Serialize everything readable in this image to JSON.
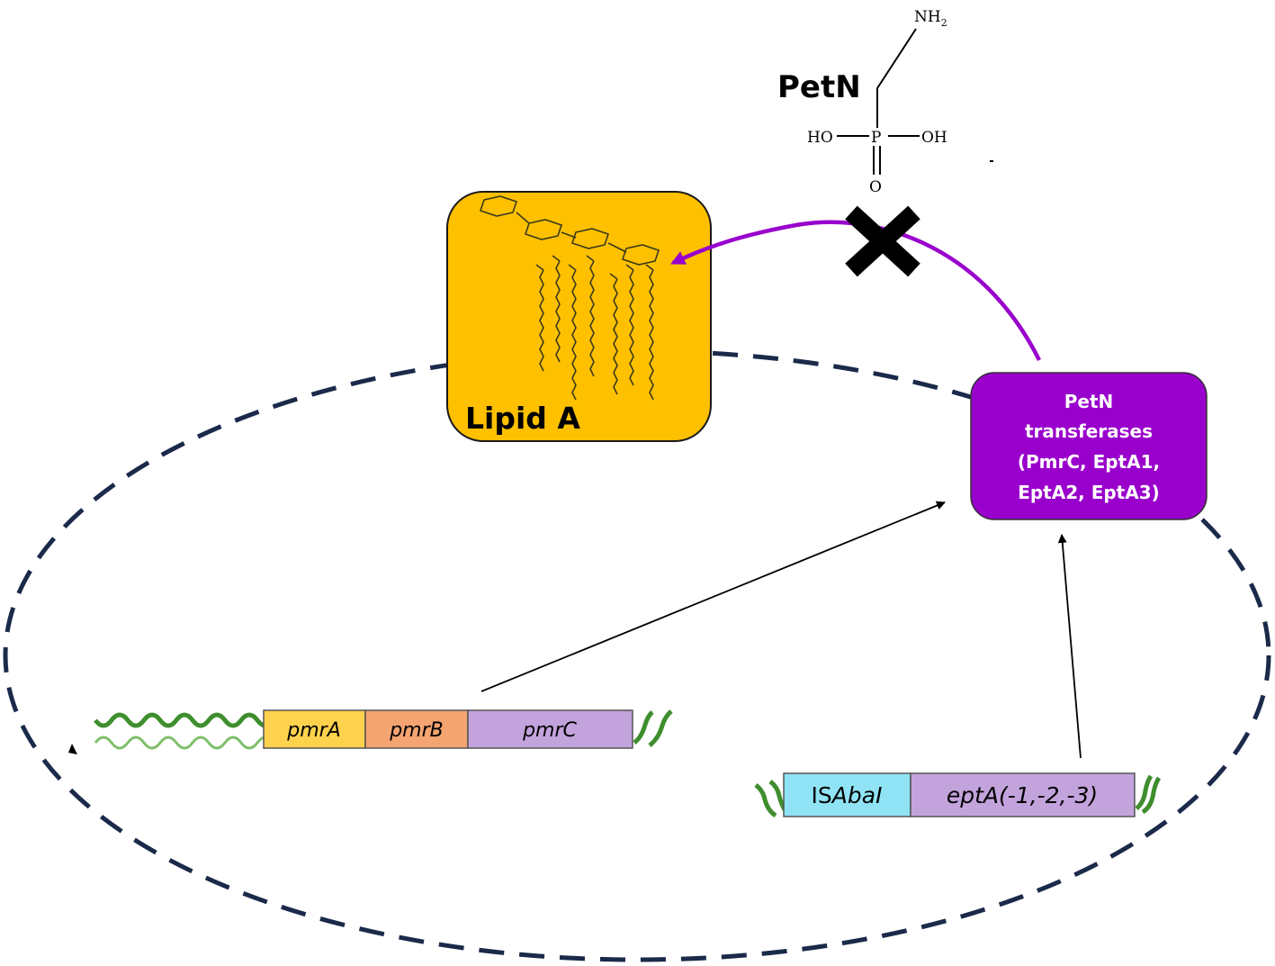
{
  "petn": {
    "title": "PetN",
    "nh2": "NH",
    "nh2_sub": "2",
    "p": "P",
    "ho": "HO",
    "oh": "OH",
    "o": "O"
  },
  "lipid_a": {
    "label": "Lipid A",
    "color": "#FFC000"
  },
  "transferase": {
    "lines": [
      "PetN",
      "transferases",
      "(PmrC, EptA1,",
      "EptA2, EptA3)"
    ],
    "color": "#9900CC"
  },
  "operon": {
    "genes": [
      {
        "label": "pmrA",
        "color": "#FFD24D"
      },
      {
        "label": "pmrB",
        "color": "#F4A471"
      },
      {
        "label": "pmrC",
        "color": "#C3A3DC"
      }
    ]
  },
  "insertion": {
    "genes": [
      {
        "label": "ISAbaI",
        "color": "#8FE3F5"
      },
      {
        "label": "eptA(-1,-2,-3)",
        "color": "#C3A3DC"
      }
    ]
  },
  "colors": {
    "membrane": "#1B2A4A",
    "arrow_purple": "#9900CC",
    "dna": "#3E8E2E",
    "block": "#000000"
  }
}
